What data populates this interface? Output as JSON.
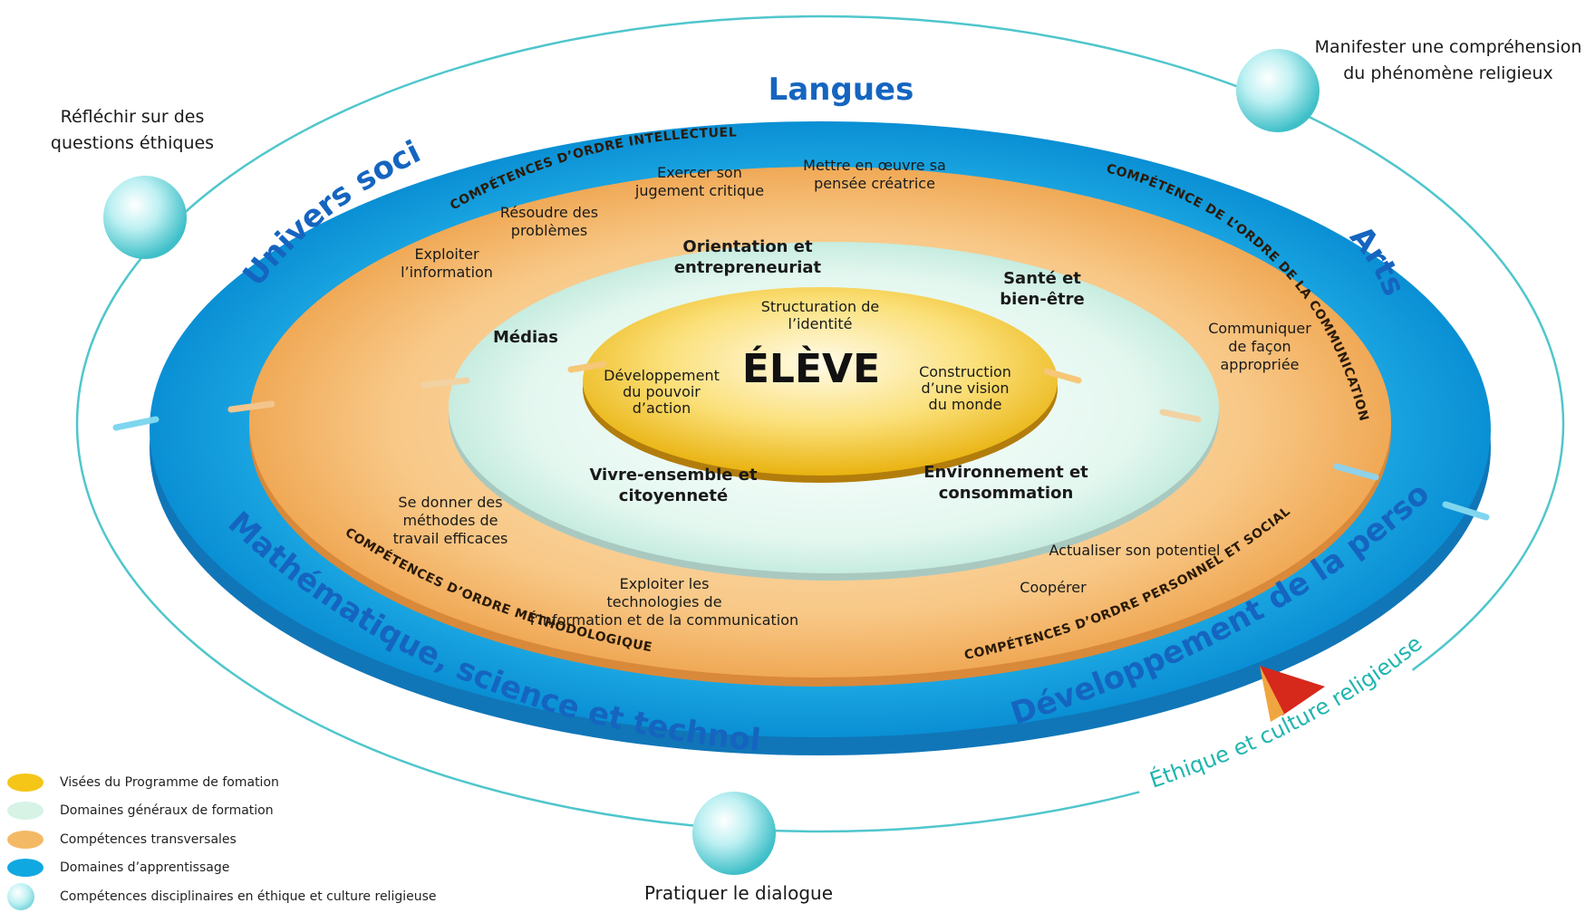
{
  "center": {
    "title": "ÉLÈVE"
  },
  "visees": {
    "top": "Structuration de l’identité",
    "left": "Développement du pouvoir d’action",
    "right": "Construction d’une vision du monde"
  },
  "domaines_generaux": {
    "orientation": "Orientation et entrepreneuriat",
    "sante": "Santé et bien-être",
    "medias": "Médias",
    "vivre": "Vivre-ensemble et citoyenneté",
    "environnement": "Environnement et consommation"
  },
  "competences_transversales": {
    "intellectuel_label": "COMPÉTENCES D’ORDRE INTELLECTUEL",
    "communication_label": "COMPÉTENCE DE L’ORDRE DE LA COMMUNICATION",
    "methodologique_label": "COMPÉTENCES D’ORDRE MÉTHODOLOGIQUE",
    "personnel_label": "COMPÉTENCES D’ORDRE PERSONNEL ET SOCIAL",
    "exercer": "Exercer son jugement critique",
    "mettre": "Mettre en œuvre sa pensée créatrice",
    "resoudre": "Résoudre des problèmes",
    "exploiter_info": "Exploiter l’information",
    "communiquer": "Communiquer de façon appropriée",
    "methodes": "Se donner des méthodes de travail efficaces",
    "tic": "Exploiter les technologies de l’information et de la communication",
    "actualiser": "Actualiser son potentiel",
    "cooperer": "Coopérer"
  },
  "domaines_apprentissage": {
    "langues": "Langues",
    "univers": "Univers social",
    "arts": "Arts",
    "maths": "Mathématique, science et technologie",
    "dev": "Développement de la personne"
  },
  "ethique": {
    "label": "Éthique et culture religieuse",
    "reflechir": "Réfléchir sur des questions éthiques",
    "manifester": "Manifester une compréhension du phénomène religieux",
    "pratiquer": "Pratiquer le dialogue"
  },
  "legend": [
    {
      "label": "Visées du Programme de fomation",
      "color": "#f5c518"
    },
    {
      "label": "Domaines généraux de formation",
      "color": "#d6f3e6"
    },
    {
      "label": "Compétences transversales",
      "color": "#f4b964"
    },
    {
      "label": "Domaines d’apprentissage",
      "color": "#10a8e0"
    },
    {
      "label": "Compétences disciplinaires en éthique et culture religieuse",
      "color": "#7fd8e0"
    }
  ],
  "colors": {
    "outer_ring": "#0ea5e4",
    "orange_ring": "#f4b964",
    "inner_ring": "#dcf4ec",
    "center": "#f5c518",
    "domain_text": "#1565c0",
    "ethique_text": "#20b5b0"
  }
}
